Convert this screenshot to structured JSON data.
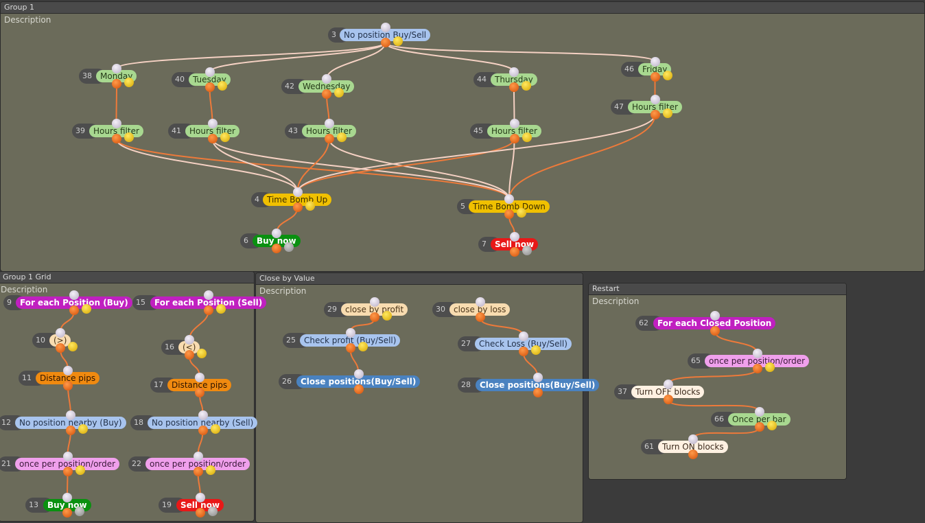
{
  "groups": [
    {
      "id": "g1",
      "title": "Group 1",
      "description": "Description"
    },
    {
      "id": "g2",
      "title": "Group 1 Grid",
      "description": "Description"
    },
    {
      "id": "g3",
      "title": "Close by Value",
      "description": "Description"
    },
    {
      "id": "g4",
      "title": "Restart",
      "description": "Description"
    }
  ],
  "nodes": [
    {
      "id": "3",
      "label": "No position Buy/Sell",
      "color": "blue"
    },
    {
      "id": "38",
      "label": "Monday",
      "color": "green"
    },
    {
      "id": "40",
      "label": "Tuesday",
      "color": "green"
    },
    {
      "id": "42",
      "label": "Wednesday",
      "color": "green"
    },
    {
      "id": "44",
      "label": "Thursday",
      "color": "green"
    },
    {
      "id": "46",
      "label": "Friday",
      "color": "green"
    },
    {
      "id": "47",
      "label": "Hours filter",
      "color": "green"
    },
    {
      "id": "39",
      "label": "Hours filter",
      "color": "green"
    },
    {
      "id": "41",
      "label": "Hours filter",
      "color": "green"
    },
    {
      "id": "43",
      "label": "Hours filter",
      "color": "green"
    },
    {
      "id": "45",
      "label": "Hours filter",
      "color": "green"
    },
    {
      "id": "4",
      "label": "Time Bomb Up",
      "color": "yellow"
    },
    {
      "id": "5",
      "label": "Time Bomb Down",
      "color": "yellow"
    },
    {
      "id": "6",
      "label": "Buy now",
      "color": "buy"
    },
    {
      "id": "7",
      "label": "Sell now",
      "color": "sell"
    },
    {
      "id": "9",
      "label": "For each Position (Buy)",
      "color": "magenta"
    },
    {
      "id": "10",
      "label": "(>)",
      "color": "peach"
    },
    {
      "id": "11",
      "label": "Distance pips",
      "color": "orange"
    },
    {
      "id": "12",
      "label": "No position nearby (Buy)",
      "color": "blue"
    },
    {
      "id": "21",
      "label": "once per position/order",
      "color": "pink"
    },
    {
      "id": "13",
      "label": "Buy now",
      "color": "buy"
    },
    {
      "id": "15",
      "label": "For each Position (Sell)",
      "color": "magenta"
    },
    {
      "id": "16",
      "label": "(<)",
      "color": "peach"
    },
    {
      "id": "17",
      "label": "Distance pips",
      "color": "orange"
    },
    {
      "id": "18",
      "label": "No position nearby (Sell)",
      "color": "blue"
    },
    {
      "id": "22",
      "label": "once per position/order",
      "color": "pink"
    },
    {
      "id": "19",
      "label": "Sell now",
      "color": "sell"
    },
    {
      "id": "29",
      "label": "close by profit",
      "color": "peach"
    },
    {
      "id": "25",
      "label": "Check profit (Buy/Sell)",
      "color": "blue"
    },
    {
      "id": "26",
      "label": "Close positions(Buy/Sell)",
      "color": "steel"
    },
    {
      "id": "30",
      "label": "close by loss",
      "color": "peach"
    },
    {
      "id": "27",
      "label": "Check Loss (Buy/Sell)",
      "color": "blue"
    },
    {
      "id": "28",
      "label": "Close positions(Buy/Sell)",
      "color": "steel"
    },
    {
      "id": "62",
      "label": "For each Closed Position",
      "color": "magenta"
    },
    {
      "id": "65",
      "label": "once per position/order",
      "color": "pink"
    },
    {
      "id": "37",
      "label": "Turn OFF blocks",
      "color": "white"
    },
    {
      "id": "66",
      "label": "Once per bar",
      "color": "green"
    },
    {
      "id": "61",
      "label": "Turn ON blocks",
      "color": "white"
    }
  ],
  "edges": [
    {
      "from": "3",
      "to": "38",
      "port": "white"
    },
    {
      "from": "3",
      "to": "40",
      "port": "white"
    },
    {
      "from": "3",
      "to": "42",
      "port": "white"
    },
    {
      "from": "3",
      "to": "44",
      "port": "white"
    },
    {
      "from": "3",
      "to": "46",
      "port": "white"
    },
    {
      "from": "38",
      "to": "39",
      "port": "orange"
    },
    {
      "from": "40",
      "to": "41",
      "port": "orange"
    },
    {
      "from": "42",
      "to": "43",
      "port": "orange"
    },
    {
      "from": "44",
      "to": "45",
      "port": "white"
    },
    {
      "from": "46",
      "to": "47",
      "port": "orange"
    },
    {
      "from": "39",
      "to": "4",
      "port": "white"
    },
    {
      "from": "39",
      "to": "5",
      "port": "orange"
    },
    {
      "from": "41",
      "to": "4",
      "port": "white"
    },
    {
      "from": "41",
      "to": "5",
      "port": "white"
    },
    {
      "from": "43",
      "to": "4",
      "port": "orange"
    },
    {
      "from": "43",
      "to": "5",
      "port": "white"
    },
    {
      "from": "45",
      "to": "4",
      "port": "orange"
    },
    {
      "from": "45",
      "to": "5",
      "port": "white"
    },
    {
      "from": "47",
      "to": "4",
      "port": "white"
    },
    {
      "from": "47",
      "to": "5",
      "port": "orange"
    },
    {
      "from": "4",
      "to": "6",
      "port": "orange"
    },
    {
      "from": "5",
      "to": "7",
      "port": "orange"
    },
    {
      "from": "9",
      "to": "10",
      "port": "orange"
    },
    {
      "from": "10",
      "to": "11",
      "port": "orange"
    },
    {
      "from": "11",
      "to": "12",
      "port": "orange"
    },
    {
      "from": "12",
      "to": "21",
      "port": "orange"
    },
    {
      "from": "21",
      "to": "13",
      "port": "orange"
    },
    {
      "from": "15",
      "to": "16",
      "port": "orange"
    },
    {
      "from": "16",
      "to": "17",
      "port": "orange"
    },
    {
      "from": "17",
      "to": "18",
      "port": "orange"
    },
    {
      "from": "18",
      "to": "22",
      "port": "orange"
    },
    {
      "from": "22",
      "to": "19",
      "port": "orange"
    },
    {
      "from": "29",
      "to": "25",
      "port": "orange"
    },
    {
      "from": "25",
      "to": "26",
      "port": "orange"
    },
    {
      "from": "30",
      "to": "27",
      "port": "orange"
    },
    {
      "from": "27",
      "to": "28",
      "port": "orange"
    },
    {
      "from": "62",
      "to": "65",
      "port": "orange"
    },
    {
      "from": "65",
      "to": "37",
      "port": "orange"
    },
    {
      "from": "37",
      "to": "66",
      "port": "orange"
    },
    {
      "from": "66",
      "to": "61",
      "port": "orange"
    }
  ]
}
